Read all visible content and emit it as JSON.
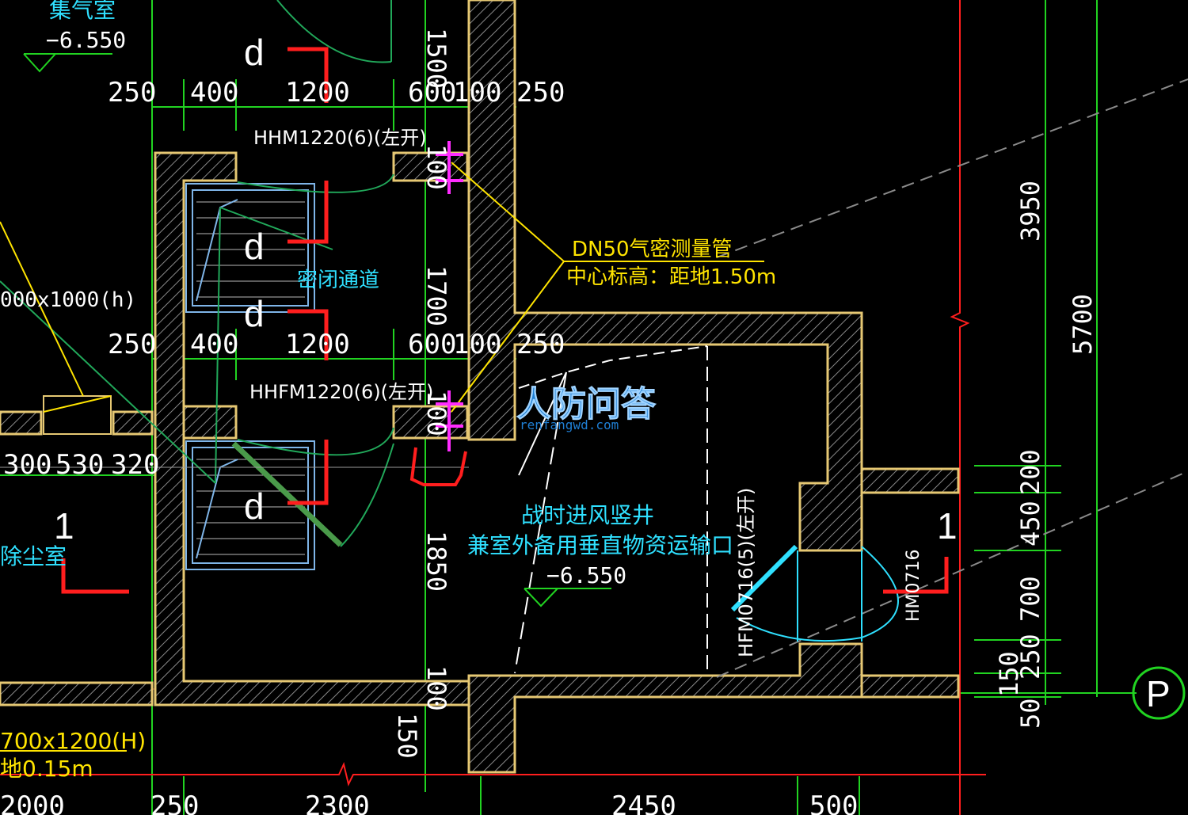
{
  "title_label": "集气室",
  "elev_top": "−6.550",
  "elev_mid": "−6.550",
  "dims_top": [
    "250",
    "400",
    "1200",
    "600",
    "100",
    "250"
  ],
  "dims_mid": [
    "250",
    "400",
    "1200",
    "600",
    "100",
    "250"
  ],
  "dims_left_row": [
    "300",
    "530",
    "320"
  ],
  "dims_bottom": [
    "2000",
    "250",
    "2300",
    "2450",
    "500"
  ],
  "dims_vert_center": [
    "1500",
    "100",
    "1700",
    "100",
    "1850",
    "100",
    "150"
  ],
  "dims_right_outer": [
    "3950",
    "5700"
  ],
  "dims_right_inner": [
    "200",
    "450",
    "700",
    "250",
    "150",
    "50"
  ],
  "door_top": "HHM1220(6)(左开)",
  "door_mid": "HHFM1220(6)(左开)",
  "door_right": "HFM0716(5)(左开)",
  "door_far_right": "HM0716",
  "symbol_d": "d",
  "pipe_line1": "DN50气密测量管",
  "pipe_line2": "中心标高：距地1.50m",
  "airlock_label": "密闭通道",
  "shaft_line1": "战时进风竖井",
  "shaft_line2": "兼室外备用垂直物资运输口",
  "dust_room": "除尘室",
  "duct_label": "000x1000(h)",
  "duct_bottom": "700x1200(H)",
  "duct_bottom2": "地0.15m",
  "section_mark": "1",
  "axis_label": "P",
  "watermark": "人防问答",
  "watermark_url": "renfangwd.com",
  "colors": {
    "wall": "#e6c873",
    "grid": "#21d321",
    "accent_red": "#ff1e1e",
    "cyan": "#2fe0ff",
    "magenta": "#ff2cff",
    "yellow": "#ffe400"
  }
}
